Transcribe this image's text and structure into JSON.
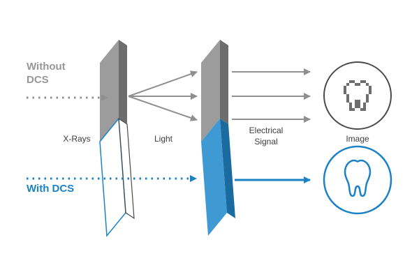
{
  "title": "Direct conversion sensor (DCS) dental imaging diagram",
  "labels": {
    "without_dcs_line1": "Without",
    "without_dcs_line2": "DCS",
    "with_dcs": "With DCS",
    "xrays": "X-Rays",
    "light": "Light",
    "electrical_line1": "Electrical",
    "electrical_line2": "Signal",
    "image": "Image"
  },
  "icons": {
    "pixel_tooth": "pixel-tooth-icon",
    "smooth_tooth": "smooth-tooth-icon"
  },
  "colors": {
    "background": "#ffffff",
    "panel_gray": "#9c9c9c",
    "panel_gray_dark": "#6d6d6d",
    "arrow_gray": "#8f8f8f",
    "heading_gray": "#979797",
    "label_dark": "#3d3d3d",
    "circle_gray": "#4a4a4a",
    "blue": "#1a82c5",
    "panel_blue": "#3f9ad3",
    "panel_blue_dark": "#1a6ba0"
  }
}
